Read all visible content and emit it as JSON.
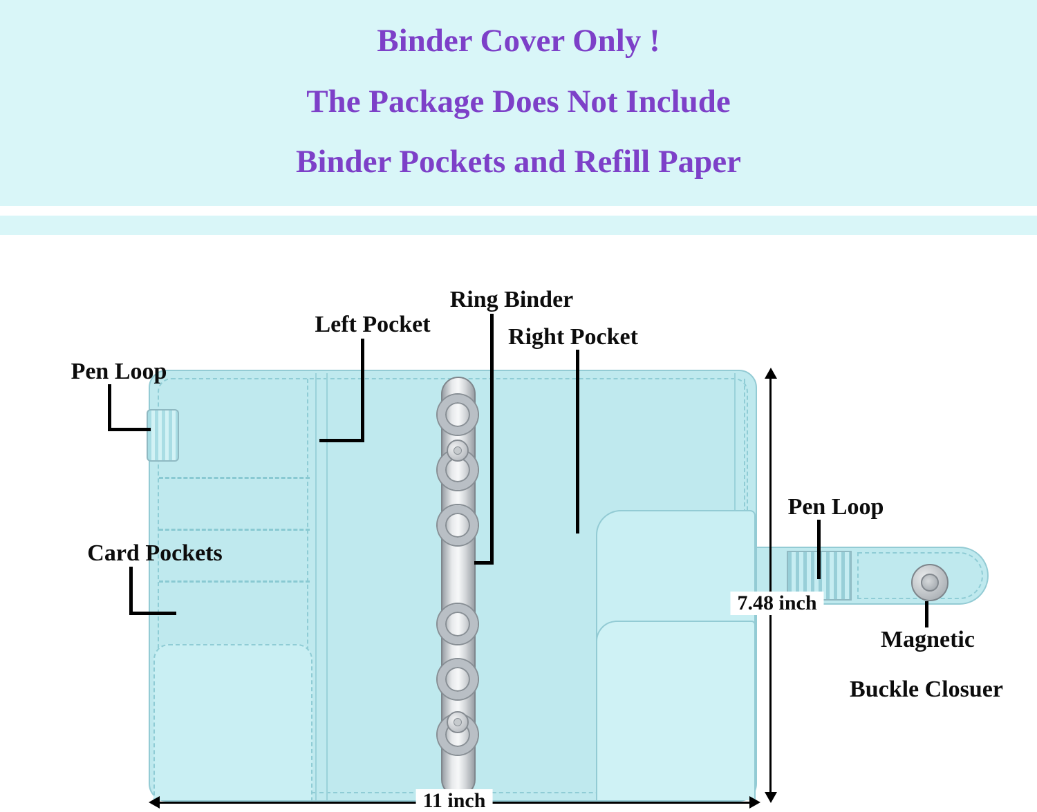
{
  "banner": {
    "line1": "Binder Cover Only !",
    "line2": "The Package Does Not Include",
    "line3": "Binder Pockets and Refill Paper",
    "background_color": "#d9f6f8",
    "text_color": "#7d40c8"
  },
  "diagram": {
    "labels": {
      "ring_binder": "Ring Binder",
      "left_pocket": "Left Pocket",
      "right_pocket": "Right Pocket",
      "pen_loop_left": "Pen Loop",
      "card_pockets": "Card Pockets",
      "pen_loop_right": "Pen Loop",
      "magnetic_line1": "Magnetic",
      "magnetic_line2": "Buckle Closuer"
    },
    "dimensions": {
      "height_label": "7.48 inch",
      "width_label": "11 inch"
    },
    "colors": {
      "binder_mint": "#bfe9ee",
      "pocket_light": "#c9eff3",
      "stitch": "#8fccd5",
      "metal_silver": "#c9cdd1",
      "annotation_black": "#000000"
    }
  }
}
